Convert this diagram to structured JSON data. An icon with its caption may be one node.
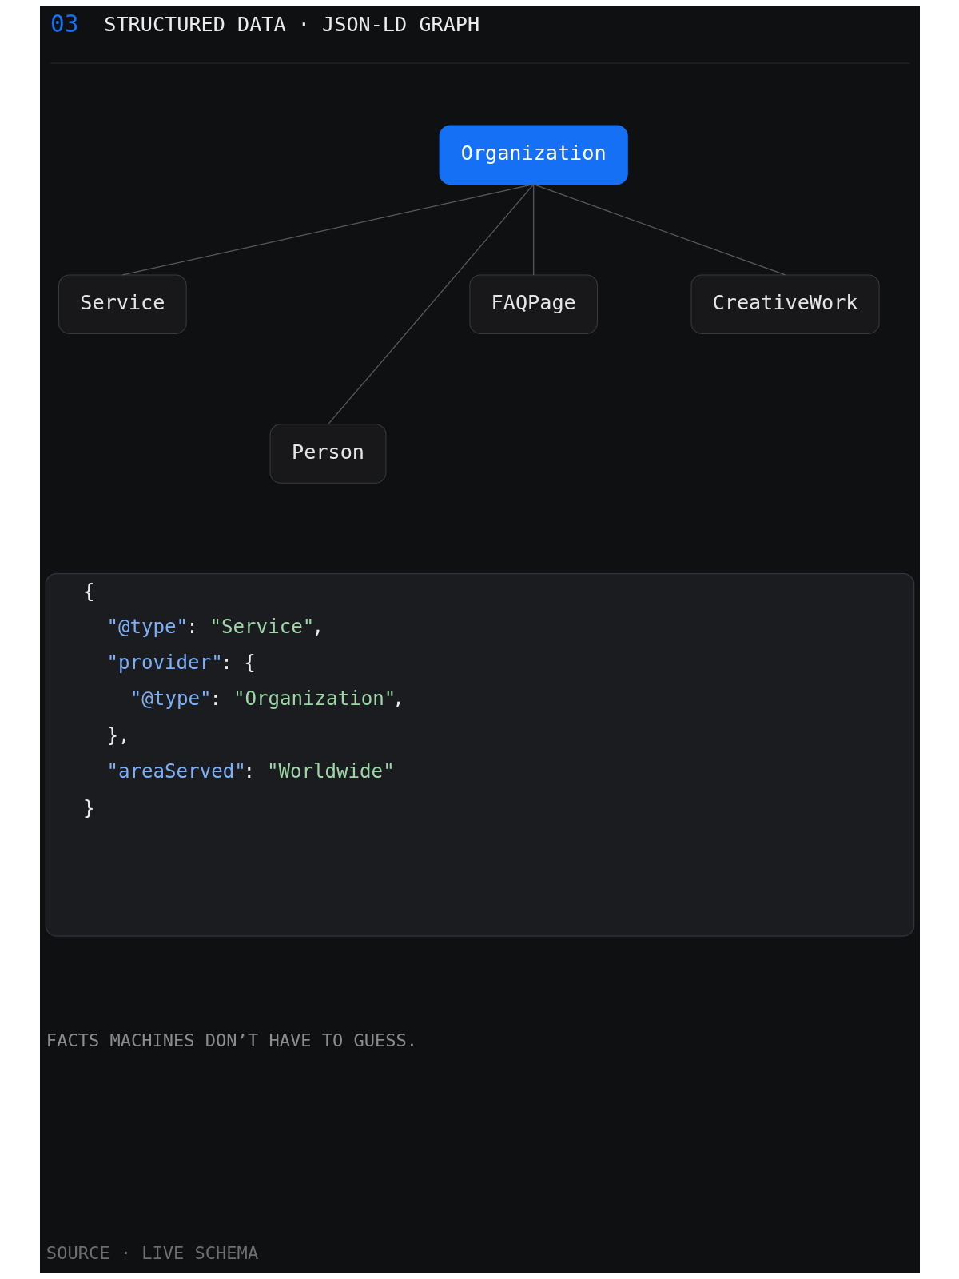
{
  "diagram": {
    "title": "STRUCTURED DATA · JSON-LD GRAPH",
    "nodes": [
      {
        "text": [
          "Organization"
        ]
      },
      {
        "text": [
          "Service"
        ]
      },
      {
        "text": [
          "FAQPage"
        ]
      },
      {
        "text": [
          "CreativeWork"
        ]
      },
      {
        "text": [
          "Person"
        ]
      },
      {
        "text": [
          "{",
          "\"@type\": \"Service\",",
          "\"provider\": {",
          "\"@type\": \"Organization\",",
          "},",
          "\"areaServed\": \"Worldwide\"",
          "}"
        ]
      }
    ],
    "edges": [
      {
        "from": 0,
        "to": 1,
        "arrow": "none"
      },
      {
        "from": 0,
        "to": 4,
        "arrow": "none"
      },
      {
        "from": 0,
        "to": 2,
        "arrow": "none"
      },
      {
        "from": 0,
        "to": 3,
        "arrow": "none"
      }
    ],
    "labels": [
      "03",
      "FACTS MACHINES DON’T HAVE TO GUESS.",
      "SOURCE · LIVE SCHEMA"
    ]
  }
}
